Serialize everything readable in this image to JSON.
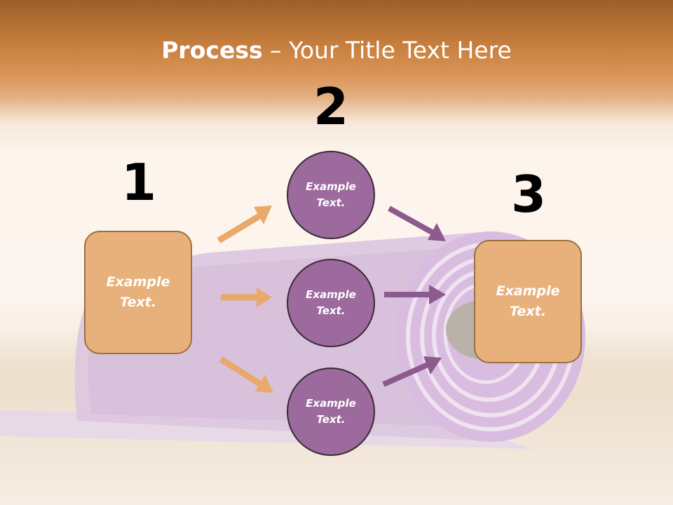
{
  "slide": {
    "title_bold": "Process",
    "title_rest": " – Your Title Text Here"
  },
  "steps": {
    "step1": {
      "number": "1",
      "text_line1": "Example",
      "text_line2": "Text."
    },
    "step2": {
      "number": "2",
      "circles": [
        {
          "text_line1": "Example",
          "text_line2": "Text."
        },
        {
          "text_line1": "Example",
          "text_line2": "Text."
        },
        {
          "text_line1": "Example",
          "text_line2": "Text."
        }
      ]
    },
    "step3": {
      "number": "3",
      "text_line1": "Example",
      "text_line2": "Text."
    }
  },
  "colors": {
    "orange_box": "#e8b17b",
    "orange_arrow": "#e8a96a",
    "purple_circle": "#9c6a9c",
    "purple_arrow": "#8c5a8c"
  }
}
